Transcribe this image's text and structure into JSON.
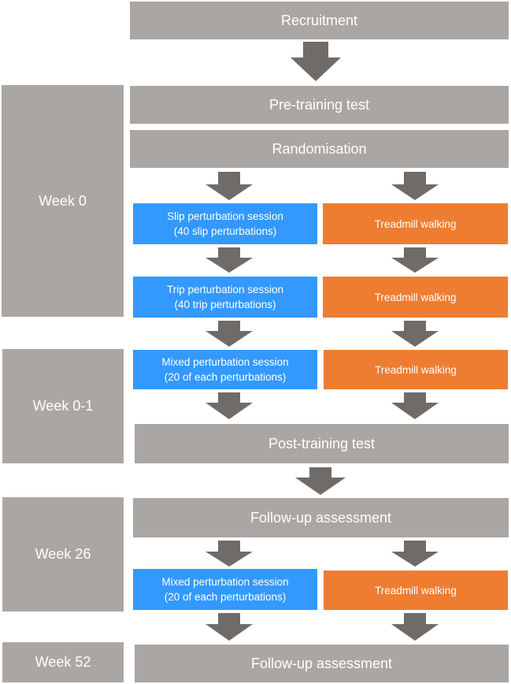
{
  "weeks": {
    "week0": "Week 0",
    "week01": "Week 0-1",
    "week26": "Week 26",
    "week52": "Week 52"
  },
  "steps": {
    "recruitment": "Recruitment",
    "pre_training": "Pre-training test",
    "randomisation": "Randomisation",
    "post_training": "Post-training test",
    "follow_up_1": "Follow-up assessment",
    "follow_up_2": "Follow-up assessment"
  },
  "sessions": {
    "slip": {
      "line1": "Slip perturbation session",
      "line2": "(40 slip perturbations)"
    },
    "trip": {
      "line1": "Trip perturbation session",
      "line2": "(40 trip perturbations)"
    },
    "mixed_1": {
      "line1": "Mixed perturbation session",
      "line2": "(20 of each perturbations)"
    },
    "mixed_2": {
      "line1": "Mixed perturbation session",
      "line2": "(20 of each perturbations)"
    }
  },
  "control": {
    "walk_1": "Treadmill walking",
    "walk_2": "Treadmill walking",
    "walk_3": "Treadmill walking",
    "walk_4": "Treadmill walking"
  },
  "colors": {
    "gray_box": "#aaa6a3",
    "intervention": "#3399ff",
    "control": "#ee7d31",
    "arrow": "#6f6b68"
  }
}
